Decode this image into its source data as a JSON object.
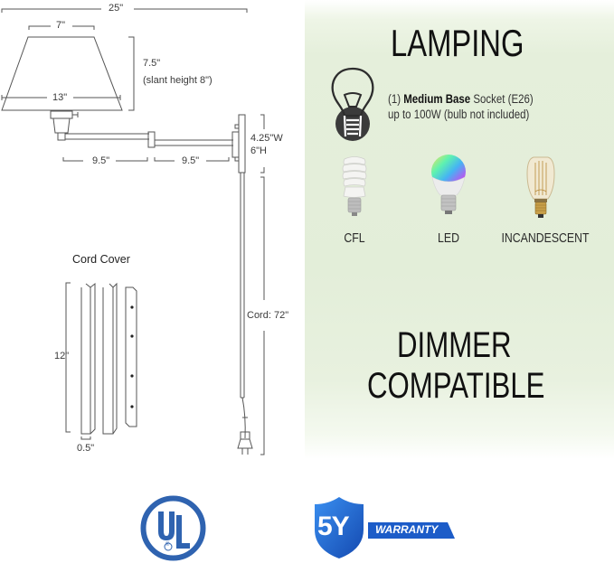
{
  "diagram": {
    "overall_width": "25\"",
    "shade_top": "7\"",
    "shade_bottom": "13\"",
    "shade_height": "7.5\"",
    "shade_slant": "(slant height 8\")",
    "arm_inner": "9.5\"",
    "arm_outer": "9.5\"",
    "backplate_width": "4.25\"W",
    "backplate_height": "6\"H",
    "cord_length": "Cord: 72\"",
    "cord_cover_title": "Cord Cover",
    "cord_cover_length": "12\"",
    "cord_cover_width": "0.5\""
  },
  "lamping": {
    "title": "LAMPING",
    "socket_prefix": "(1) ",
    "socket_bold": "Medium Base",
    "socket_suffix": " Socket (E26)",
    "wattage": "up to 100W (bulb not included)",
    "icon": "lightbulb-icon",
    "bulb_types": [
      {
        "label": "CFL",
        "icon": "cfl-bulb-icon"
      },
      {
        "label": "LED",
        "icon": "led-bulb-icon"
      },
      {
        "label": "INCANDESCENT",
        "icon": "incandescent-bulb-icon"
      }
    ]
  },
  "dimmer": {
    "line1": "DIMMER",
    "line2": "COMPATIBLE"
  },
  "badges": {
    "ul": {
      "letters_u": "U",
      "letters_l": "L",
      "registered": "®",
      "color": "#2f63b0"
    },
    "warranty": {
      "years": "5Y",
      "label": "WARRANTY",
      "color": "#1c5cc8"
    }
  },
  "colors": {
    "panel_green": "#e3eed9",
    "line_gray": "#555555",
    "ul_blue": "#2f63b0",
    "warranty_blue": "#1c5cc8"
  }
}
